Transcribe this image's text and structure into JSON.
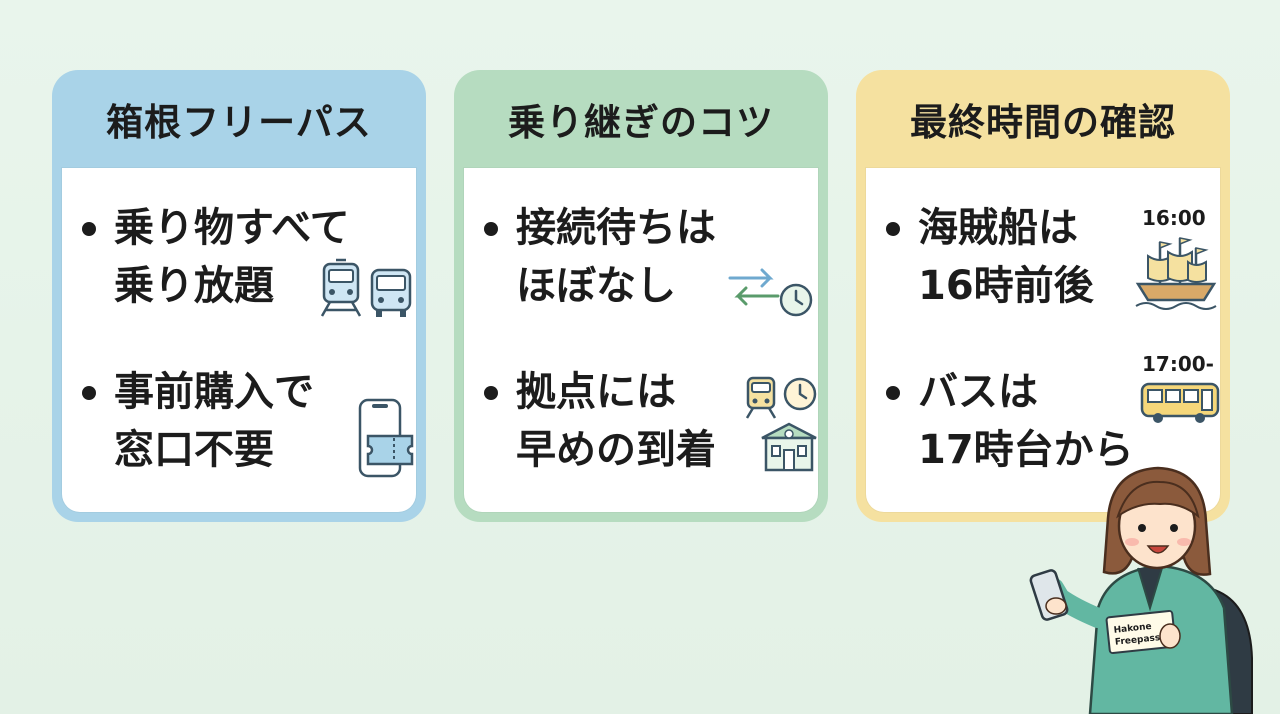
{
  "cards": [
    {
      "title": "箱根フリーパス",
      "color": "#a9d3e8",
      "items": [
        {
          "lines": [
            "乗り物すべて",
            "乗り放題"
          ],
          "icons": [
            "train-icon",
            "bus-icon"
          ]
        },
        {
          "lines": [
            "事前購入で",
            "窓口不要"
          ],
          "icons": [
            "smartphone-ticket-icon"
          ]
        }
      ]
    },
    {
      "title": "乗り継ぎのコツ",
      "color": "#b6dcc0",
      "items": [
        {
          "lines": [
            "接続待ちは",
            "ほぼなし"
          ],
          "icons": [
            "transfer-arrows-icon",
            "clock-icon"
          ]
        },
        {
          "lines": [
            "拠点には",
            "早めの到着"
          ],
          "icons": [
            "train-icon",
            "clock-icon",
            "station-icon"
          ]
        }
      ]
    },
    {
      "title": "最終時間の確認",
      "color": "#f5e1a0",
      "items": [
        {
          "lines": [
            "海賊船は",
            "16時前後"
          ],
          "time": "16:00",
          "icons": [
            "pirate-ship-icon"
          ]
        },
        {
          "lines": [
            "バスは",
            "17時台から"
          ],
          "time": "17:00-",
          "icons": [
            "bus-icon"
          ]
        }
      ]
    }
  ],
  "character": {
    "pass_text_line1": "Hakone",
    "pass_text_line2": "Freepass"
  }
}
